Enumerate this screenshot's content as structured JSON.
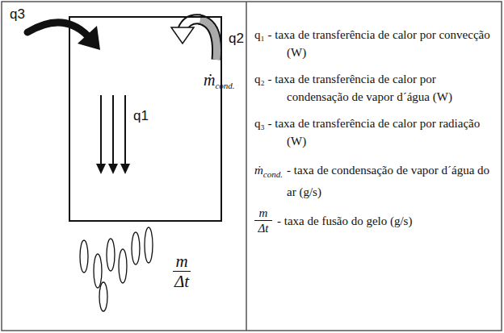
{
  "diagram": {
    "nodes": [
      {
        "text": [
          "q1"
        ]
      }
    ],
    "labels": [
      "q3",
      "q2",
      "ṁ",
      "cond.",
      "m",
      "Δt",
      "q₁ - taxa de transferência de calor por convecção (W)",
      "q₂ - taxa de transferência de calor por condensação de vapor d´água (W)",
      "q₃ - taxa de transferência de calor por radiação (W)",
      "ṁ",
      "cond.",
      "- taxa de condensação de vapor d´água do ar (g/s)",
      "m",
      "Δt",
      "- taxa de fusão do gelo (g/s)"
    ]
  }
}
